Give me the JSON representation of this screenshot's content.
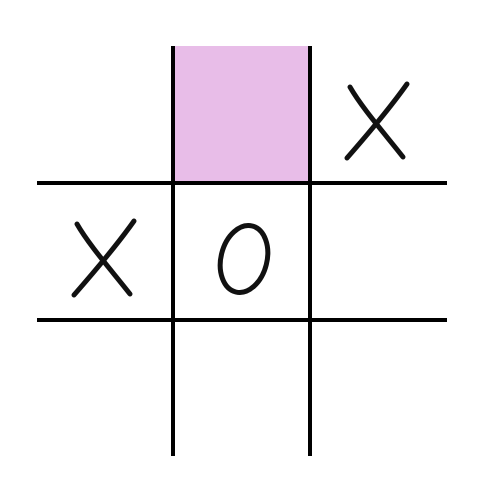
{
  "game": "tic-tac-toe",
  "colors": {
    "line": "#000000",
    "background": "#ffffff",
    "highlight": "#e8bde8",
    "mark": "#111111"
  },
  "board": [
    [
      "",
      "",
      "X"
    ],
    [
      "X",
      "O",
      ""
    ],
    [
      "",
      "",
      ""
    ]
  ],
  "highlighted_cell": {
    "row": 0,
    "col": 1
  }
}
